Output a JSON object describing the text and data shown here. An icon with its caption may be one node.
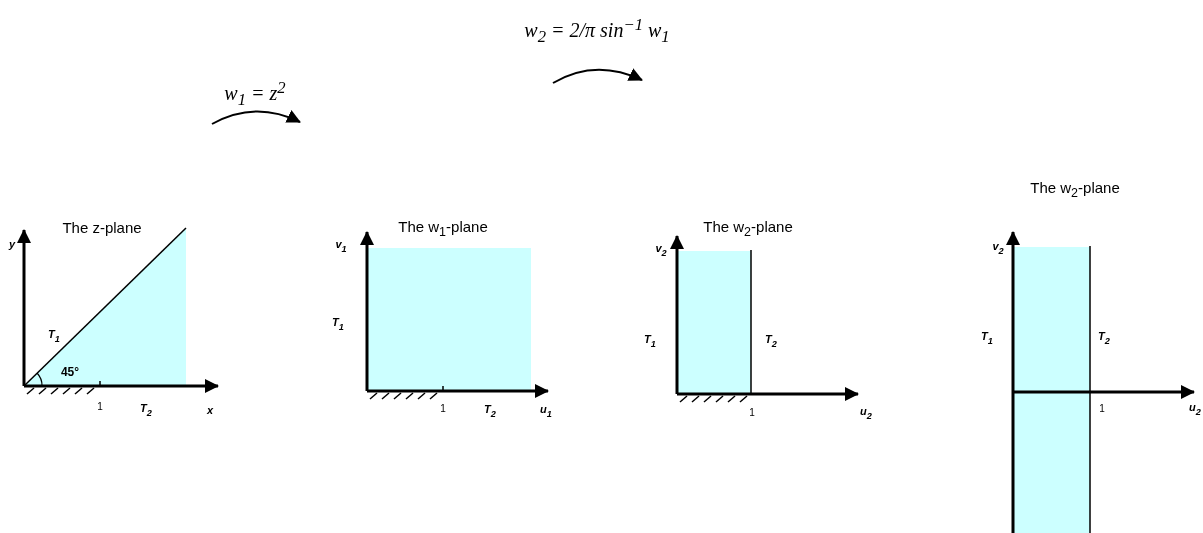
{
  "diagram": {
    "labels": [
      "w$_{2}$ = 2/π sin$^{−1}$ w$_{1}$",
      "w$_{1}$ = z$^{2}$",
      "The w$_{2}$-plane",
      "The z-plane",
      "y",
      "T$_{1}$",
      "45°",
      "1",
      "T$_{2}$",
      "x",
      "The w$_{1}$-plane",
      "v$_{1}$",
      "T$_{1}$",
      "1",
      "T$_{2}$",
      "u$_{1}$",
      "The w$_{2}$-plane",
      "v$_{2}$",
      "T$_{1}$",
      "T$_{2}$",
      "1",
      "u$_{2}$",
      "v$_{2}$",
      "T$_{1}$",
      "T$_{2}$",
      "1",
      "u$_{2}$"
    ]
  }
}
